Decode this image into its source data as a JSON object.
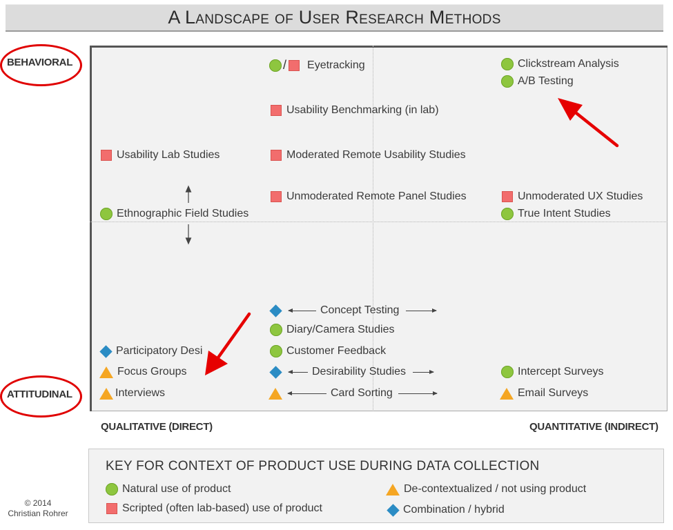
{
  "title": "A Landscape of User Research Methods",
  "axes": {
    "top": "BEHAVIORAL",
    "bottom": "ATTITUDINAL",
    "left": "QUALITATIVE (DIRECT)",
    "right": "QUANTITATIVE (INDIRECT)"
  },
  "methods": {
    "eyetracking": "Eyetracking",
    "clickstream": "Clickstream Analysis",
    "ab_testing": "A/B Testing",
    "usability_benchmarking": "Usability Benchmarking (in lab)",
    "usability_lab": "Usability Lab Studies",
    "moderated_remote": "Moderated Remote Usability Studies",
    "unmoderated_panel": "Unmoderated Remote Panel Studies",
    "unmoderated_ux": "Unmoderated UX Studies",
    "ethnographic": "Ethnographic Field Studies",
    "true_intent": "True Intent Studies",
    "concept_testing": "Concept Testing",
    "diary_camera": "Diary/Camera Studies",
    "customer_feedback": "Customer Feedback",
    "participatory_design": "Participatory Desi",
    "focus_groups": "Focus Groups",
    "desirability": "Desirability Studies",
    "intercept_surveys": "Intercept Surveys",
    "interviews": "Interviews",
    "card_sorting": "Card Sorting",
    "email_surveys": "Email Surveys"
  },
  "key": {
    "title": "KEY FOR CONTEXT OF PRODUCT USE DURING DATA COLLECTION",
    "natural": "Natural use of product",
    "scripted": "Scripted (often lab-based) use of product",
    "decontextualized": "De-contextualized / not using product",
    "combination": "Combination / hybrid"
  },
  "copyright": {
    "year": "© 2014",
    "author": "Christian Rohrer"
  },
  "colors": {
    "natural": "#8ec63f",
    "scripted": "#f26d6d",
    "decontextualized": "#f5a623",
    "combination": "#2b8cc4",
    "highlight": "#e00000"
  }
}
